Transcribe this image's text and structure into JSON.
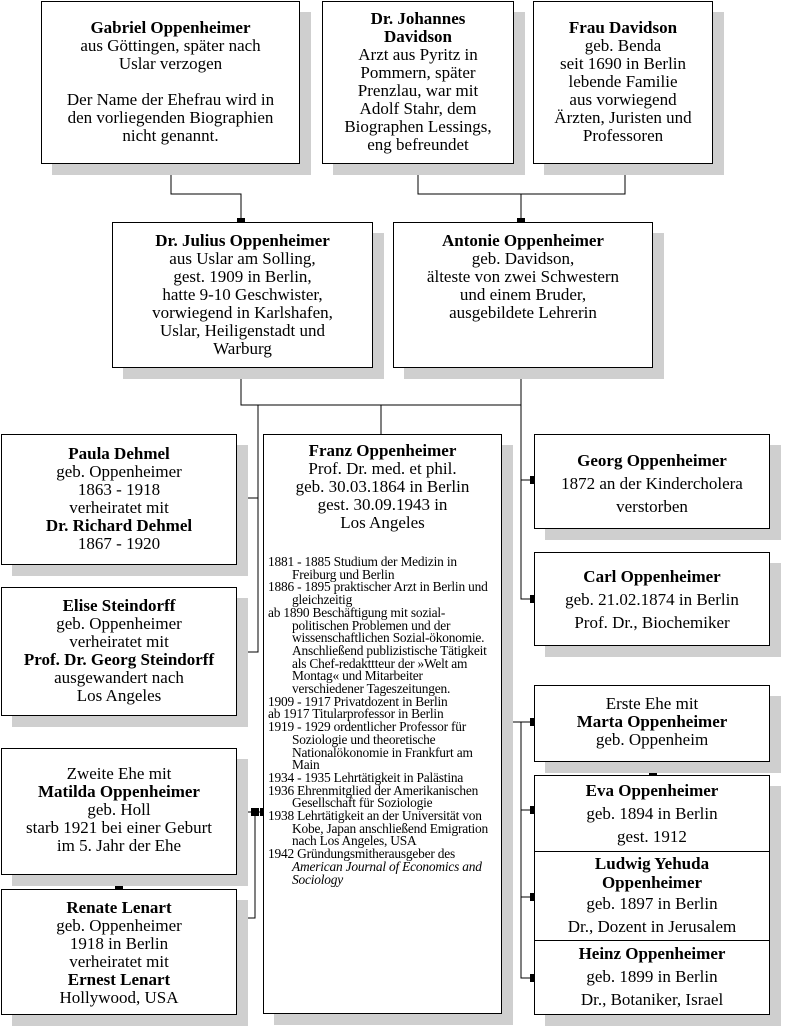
{
  "gabriel": {
    "name": "Gabriel Oppenheimer",
    "line1": "aus Göttingen, später nach",
    "line2": "Uslar verzogen",
    "note1": "Der Name der Ehefrau wird in",
    "note2": "den vorliegenden Biographien",
    "note3": "nicht genannt."
  },
  "johannes": {
    "name1": "Dr. Johannes",
    "name2": "Davidson",
    "lines": [
      "Arzt aus Pyritz in",
      "Pommern, später",
      "Prenzlau, war mit",
      "Adolf Stahr, dem",
      "Biographen Lessings,",
      "eng befreundet"
    ]
  },
  "frau_davidson": {
    "name": "Frau Davidson",
    "lines": [
      "geb. Benda",
      "seit 1690 in Berlin",
      "lebende Familie",
      "aus vorwiegend",
      "Ärzten, Juristen und",
      "Professoren"
    ]
  },
  "julius": {
    "name": "Dr. Julius Oppenheimer",
    "lines": [
      "aus Uslar am Solling,",
      "gest. 1909 in Berlin,",
      "hatte 9-10 Geschwister,",
      "vorwiegend in Karlshafen,",
      "Uslar, Heiligenstadt und",
      "Warburg"
    ]
  },
  "antonie": {
    "name": "Antonie Oppenheimer",
    "lines": [
      "geb. Davidson,",
      "älteste von zwei Schwestern",
      "und einem Bruder,",
      "ausgebildete Lehrerin"
    ]
  },
  "paula": {
    "name": "Paula Dehmel",
    "line1": "geb. Oppenheimer",
    "line2": "1863 - 1918",
    "line3": "verheiratet mit",
    "spouse": "Dr. Richard Dehmel",
    "line4": "1867 - 1920"
  },
  "elise": {
    "name": "Elise Steindorff",
    "line1": "geb. Oppenheimer",
    "line2": "verheiratet mit",
    "spouse": "Prof. Dr. Georg Steindorff",
    "line3": "ausgewandert nach",
    "line4": "Los Angeles"
  },
  "matilda": {
    "line1": "Zweite Ehe mit",
    "name": "Matilda Oppenheimer",
    "line2": "geb. Holl",
    "line3": "starb 1921 bei einer Geburt",
    "line4": "im 5. Jahr der Ehe"
  },
  "renate": {
    "name": "Renate Lenart",
    "line1": "geb. Oppenheimer",
    "line2": "1918 in Berlin",
    "line3": "verheiratet mit",
    "spouse": "Ernest Lenart",
    "line4": "Hollywood, USA"
  },
  "franz": {
    "name": "Franz Oppenheimer",
    "lines": [
      "Prof. Dr. med. et phil.",
      "geb. 30.03.1864 in Berlin",
      "gest. 30.09.1943 in",
      "Los Angeles"
    ],
    "timeline": [
      "1881 - 1885 Studium der Medizin in Freiburg und Berlin",
      "1886 - 1895 praktischer Arzt in Berlin und gleichzeitig",
      "ab 1890 Beschäftigung mit sozial-politischen Problemen und der wissenschaftlichen Sozial-ökonomie. Anschließend publizistische Tätigkeit als Chef-redakttteur der »Welt am Montag« und Mitarbeiter verschiedener Tageszeitungen.",
      "1909 - 1917 Privatdozent in Berlin",
      "ab 1917 Titularprofessor in Berlin",
      "1919 - 1929 ordentlicher Professor für Soziologie und theoretische Nationalökonomie in Frankfurt am Main",
      "1934 - 1935 Lehrtätigkeit in Palästina",
      "1936 Ehrenmitglied der Amerikanischen Gesellschaft für Soziologie",
      "1938 Lehrtätigkeit an der Universität von Kobe, Japan anschließend Emigration nach Los Angeles, USA"
    ],
    "last_entry_text": "1942 Gründungsmitherausgeber des",
    "last_entry_italic": "American Journal of Economics and Sociology"
  },
  "georg": {
    "name": "Georg Oppenheimer",
    "line1": "1872 an der Kindercholera",
    "line2": "verstorben"
  },
  "carl": {
    "name": "Carl Oppenheimer",
    "line1": "geb. 21.02.1874 in Berlin",
    "line2": "Prof. Dr., Biochemiker"
  },
  "marta": {
    "line1": "Erste Ehe mit",
    "name": "Marta Oppenheimer",
    "line2": "geb. Oppenheim"
  },
  "eva": {
    "name": "Eva Oppenheimer",
    "line1": "geb. 1894 in Berlin",
    "line2": "gest. 1912"
  },
  "ludwig": {
    "name1": "Ludwig Yehuda",
    "name2": "Oppenheimer",
    "line1": "geb. 1897 in Berlin",
    "line2": "Dr., Dozent in Jerusalem"
  },
  "heinz": {
    "name": "Heinz Oppenheimer",
    "line1": "geb. 1899 in Berlin",
    "line2": "Dr., Botaniker, Israel"
  },
  "colors": {
    "line": "#000000",
    "shadow": "#cfcfcf",
    "box": "#ffffff"
  }
}
